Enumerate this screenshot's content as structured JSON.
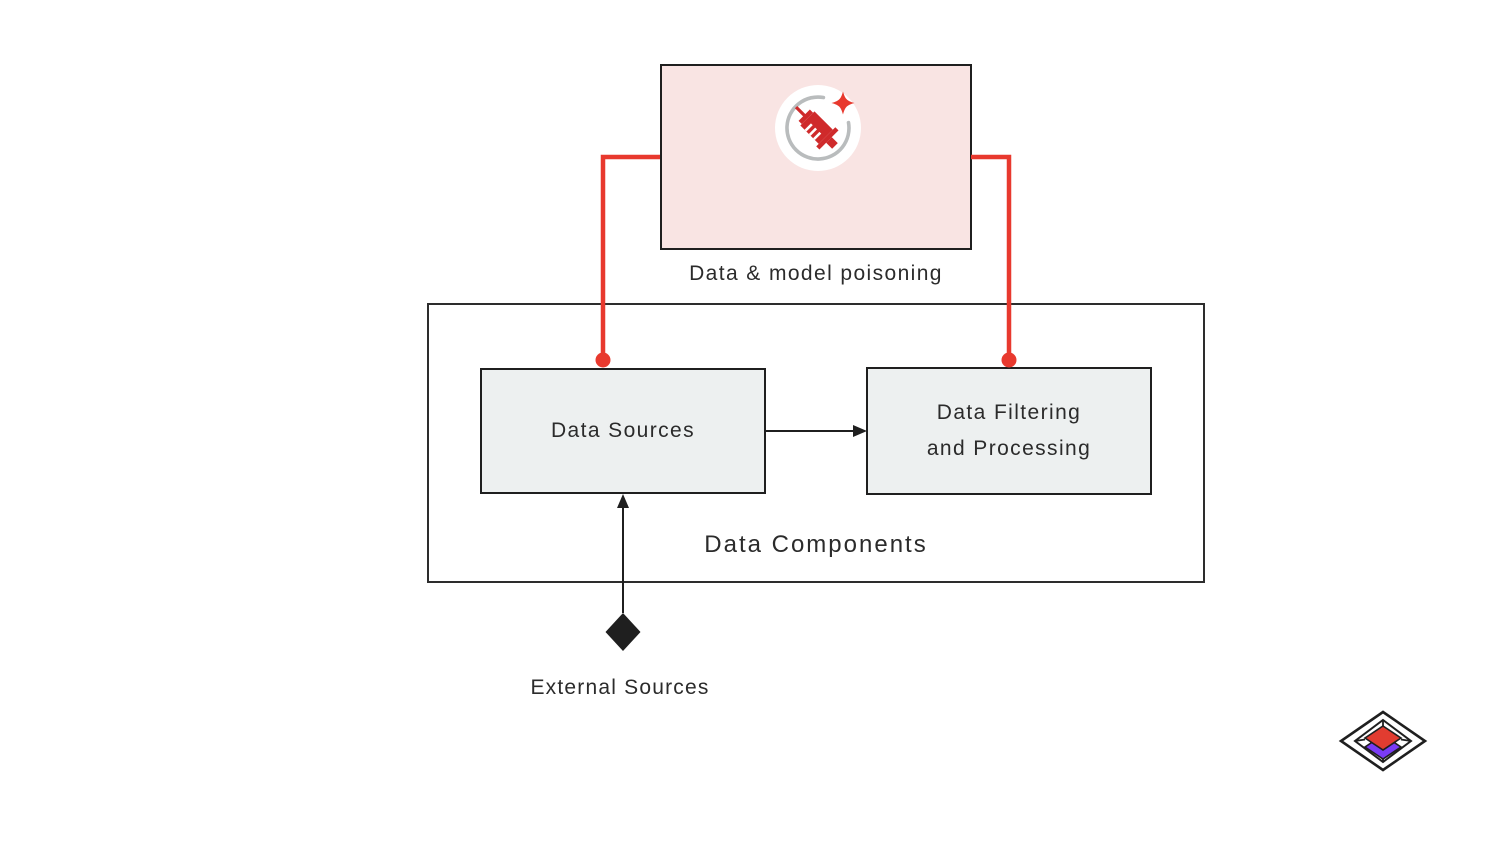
{
  "diagram": {
    "threat_node": {
      "label": "Data & model poisoning",
      "icon": "syringe-poisoning-icon"
    },
    "container": {
      "label": "Data Components"
    },
    "nodes": [
      {
        "id": "data-sources",
        "label": "Data Sources"
      },
      {
        "id": "data-filtering",
        "label_line1": "Data Filtering",
        "label_line2": "and Processing"
      }
    ],
    "external_source": {
      "label": "External Sources",
      "marker": "diamond-connector"
    },
    "icons": {
      "threat": "syringe-icon with sparkle-icon inside white circle with gray arc",
      "logo": "isometric-layers-logo"
    },
    "colors": {
      "threat_red": "#e8392e",
      "threat_bg": "#f9e4e3",
      "syringe_red": "#cf2a2b",
      "node_bg": "#edf0f0",
      "line_dark": "#1f1f1f",
      "arc_gray": "#b9bcbd",
      "logo_purple": "#7a3bf5",
      "logo_red": "#e23c30"
    }
  }
}
